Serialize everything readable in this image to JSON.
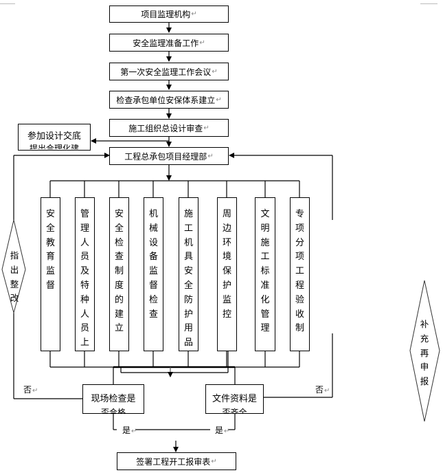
{
  "title": "安全监理工作流程图",
  "main_flow": [
    {
      "id": "org",
      "label": "项目监理机构"
    },
    {
      "id": "prep",
      "label": "安全监理准备工作"
    },
    {
      "id": "meeting",
      "label": "第一次安全监理工作会议"
    },
    {
      "id": "check_system",
      "label": "检查承包单位安保体系建立"
    },
    {
      "id": "design_review",
      "label": "施工组织总设计审查"
    },
    {
      "id": "pm_dept",
      "label": "工程总承包项目经理部"
    }
  ],
  "side_box": {
    "line1": "参加设计交底",
    "line2": "提出合理化建"
  },
  "branches": [
    {
      "label": "安全教育监督"
    },
    {
      "label": "管理人员及特种人员上"
    },
    {
      "label": "安全检查制度的建立"
    },
    {
      "label": "机械设备监督检查"
    },
    {
      "label": "施工机具安全防护用品"
    },
    {
      "label": "周边环境保护监控"
    },
    {
      "label": "文明施工标准化管理"
    },
    {
      "label": "专项分项工程验收制"
    }
  ],
  "decisions": {
    "site_check": {
      "line1": "现场检查是",
      "line2": "否合格"
    },
    "documents": {
      "line1": "文件资料是",
      "line2": "否齐全"
    }
  },
  "feedback": {
    "left": {
      "label": "指出整改"
    },
    "right": {
      "label": "补充再申报"
    }
  },
  "edge_labels": {
    "no_left": "否",
    "no_right": "否",
    "yes_left": "是",
    "yes_right": "是"
  },
  "final": {
    "label": "签署工程开工报审表"
  },
  "paragraph_mark": "↵"
}
